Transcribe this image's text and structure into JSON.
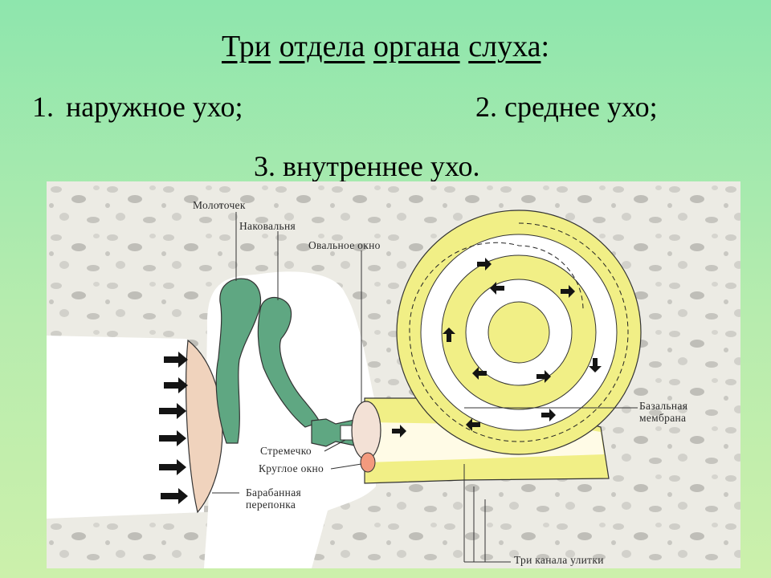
{
  "title": {
    "words": [
      "Три",
      "отдела",
      "органа",
      "слуха"
    ],
    "colon": ":"
  },
  "items": [
    {
      "number": "1.",
      "text": "наружное ухо;"
    },
    {
      "number": "2.",
      "text": "среднее ухо;"
    },
    {
      "number": "3.",
      "text": "внутреннее ухо."
    }
  ],
  "diagram": {
    "labels": {
      "hammer": "Молоточек",
      "anvil": "Наковальня",
      "oval_window": "Овальное окно",
      "stapes": "Стремечко",
      "round_window": "Круглое окно",
      "eardrum_line1": "Барабанная",
      "eardrum_line2": "перепонка",
      "basal_line1": "Базальная",
      "basal_line2": "мембрана",
      "three_canals": "Три канала улитки"
    },
    "colors": {
      "bone": "#ecebe4",
      "cavity": "#ffffff",
      "ossicles": "#5fa782",
      "cochlea": "#f1ef86",
      "eardrum": "#f0d3bd",
      "round_window": "#f39a7e",
      "arrow": "#141414"
    }
  }
}
